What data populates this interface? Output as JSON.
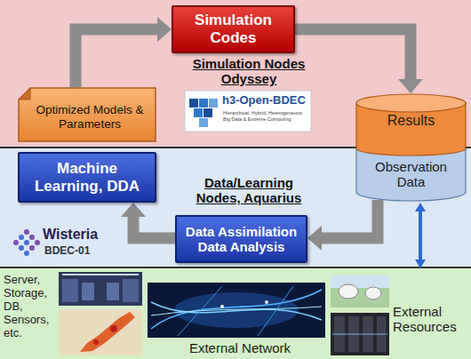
{
  "diagram": {
    "nodes": [
      {
        "text": [
          "Simulation Nodes Odyssey"
        ]
      },
      {
        "text": [
          "Simulation Codes"
        ],
        "in": 0
      },
      {
        "text": [
          "Optimized Models & Parameters"
        ],
        "in": 0
      },
      {
        "text": [
          "Results",
          "Observation Data"
        ]
      },
      {
        "text": [
          "Data/Learning Nodes, Aquarius"
        ]
      },
      {
        "text": [
          "Machine Learning, DDA"
        ],
        "in": 4
      },
      {
        "text": [
          "Data Assimilation Data Analysis"
        ],
        "in": 4
      },
      {
        "text": [
          "Server, Storage, DB, Sensors, etc.",
          "External Network",
          "External Resources"
        ]
      }
    ],
    "edges": [
      {
        "from": 2,
        "to": 1,
        "arrow": "to"
      },
      {
        "from": 1,
        "to": 3,
        "arrow": "to"
      },
      {
        "from": 3,
        "to": 6,
        "arrow": "to"
      },
      {
        "from": 6,
        "to": 5,
        "arrow": "to"
      },
      {
        "from": 3,
        "to": 7,
        "arrow": "both"
      }
    ],
    "labels": [
      "h3-Open-BDEC",
      "Hierarchical, Hybrid, Heterogeneous",
      "Big Data & Extreme Computing",
      "Wisteria",
      "BDEC-01"
    ]
  }
}
